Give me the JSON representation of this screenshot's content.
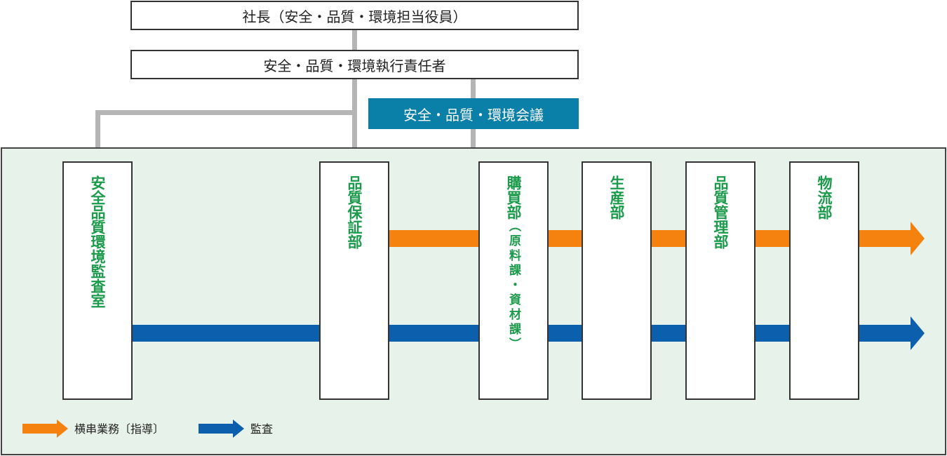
{
  "colors": {
    "orange": "#f5820e",
    "blue": "#0b5fad",
    "teal": "#0a7fa8",
    "dept_text": "#1a9a4a",
    "panel_bg": "#e6f2ea",
    "connector": "#b5b5b5"
  },
  "president": {
    "label": "社長（安全・品質・環境担当役員）"
  },
  "executive": {
    "label": "安全・品質・環境執行責任者"
  },
  "meeting": {
    "label": "安全・品質・環境会議"
  },
  "departments": [
    {
      "label": "安全品質環境監査室"
    },
    {
      "label": "品質保証部"
    },
    {
      "label": "購買部",
      "sub": "（原料課・資材課）"
    },
    {
      "label": "生産部"
    },
    {
      "label": "品質管理部"
    },
    {
      "label": "物流部"
    }
  ],
  "legend": {
    "guidance": "横串業務〔指導〕",
    "audit": "監査"
  }
}
